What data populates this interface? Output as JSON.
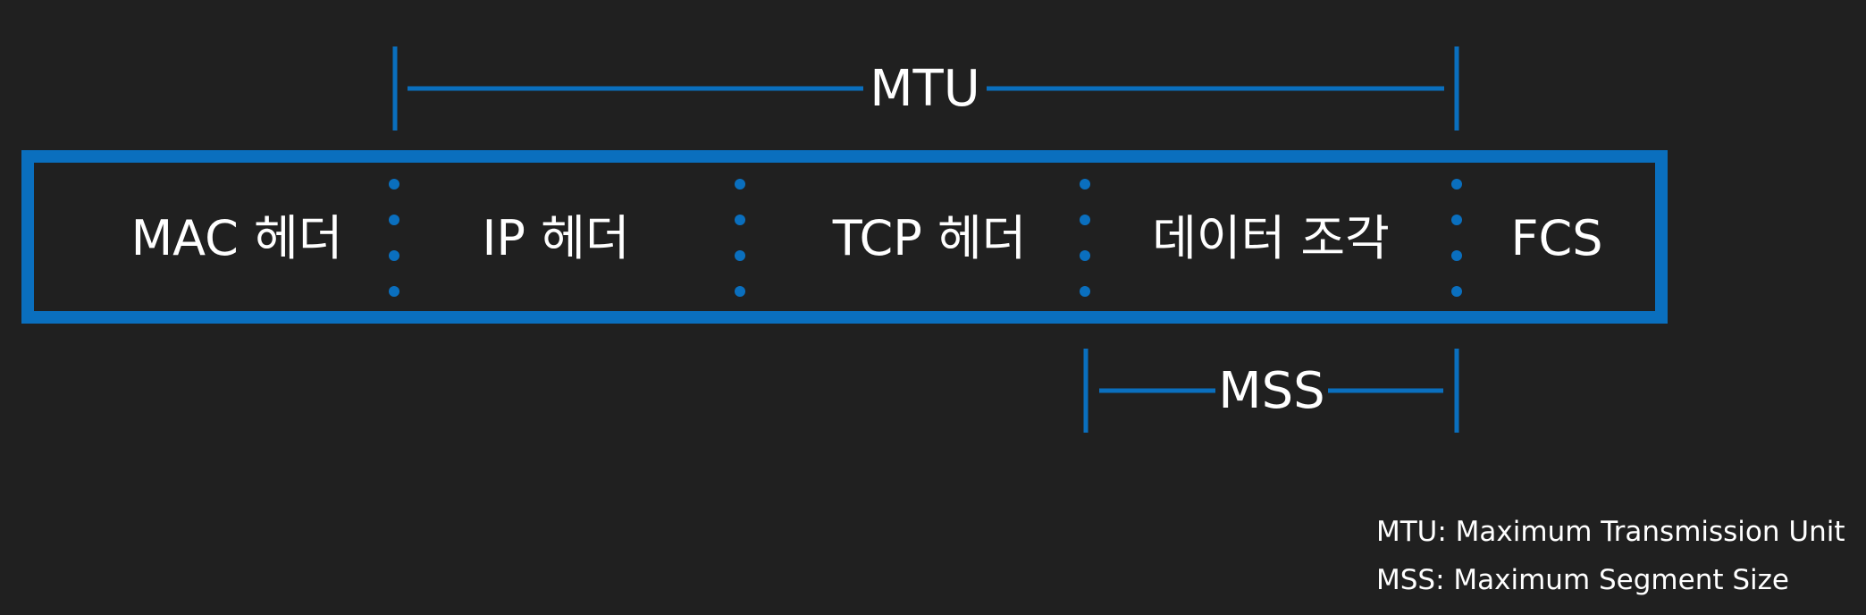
{
  "colors": {
    "background": "#202020",
    "accent": "#0a6fbe",
    "text": "#ffffff"
  },
  "frame": {
    "segments": [
      {
        "label": "MAC 헤더"
      },
      {
        "label": "IP 헤더"
      },
      {
        "label": "TCP 헤더"
      },
      {
        "label": "데이터 조각"
      },
      {
        "label": "FCS"
      }
    ]
  },
  "dimensions": {
    "mtu": {
      "label": "MTU"
    },
    "mss": {
      "label": "MSS"
    }
  },
  "legend": {
    "items": [
      {
        "text": "MTU: Maximum Transmission Unit"
      },
      {
        "text": "MSS: Maximum Segment Size"
      }
    ]
  }
}
